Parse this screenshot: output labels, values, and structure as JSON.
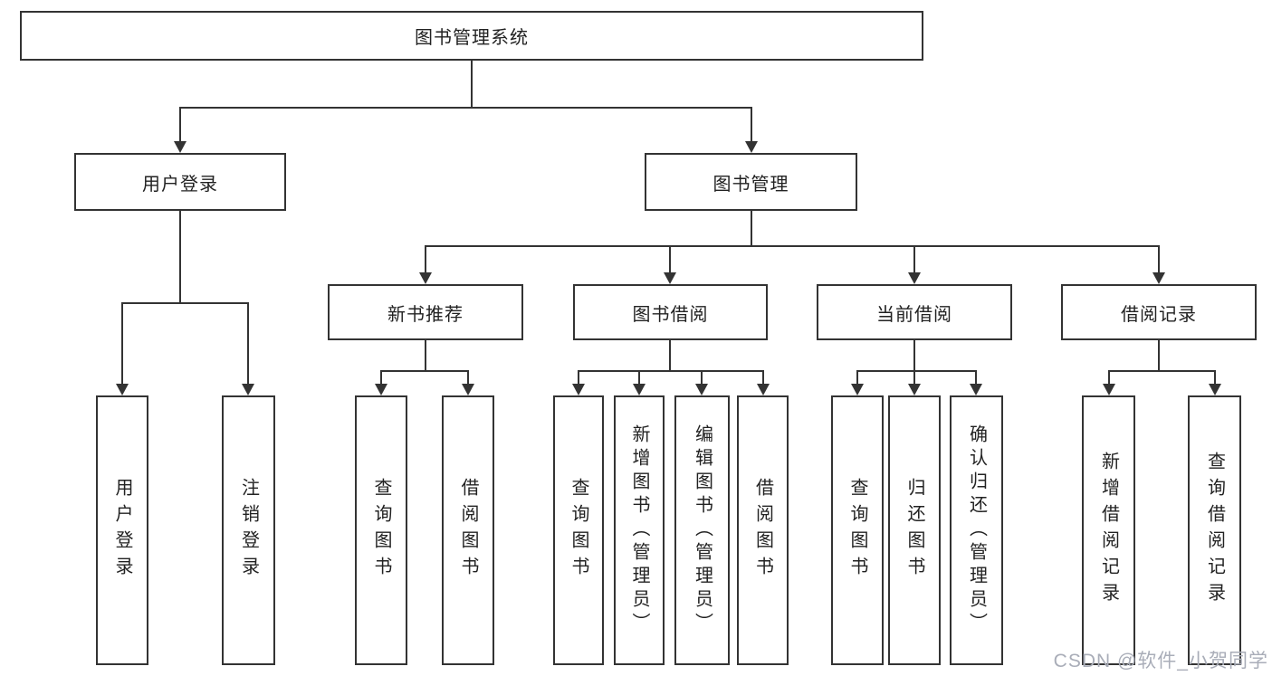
{
  "tree": {
    "root": "图书管理系统",
    "children": [
      {
        "label": "用户登录",
        "children": [
          "用户登录",
          "注销登录"
        ]
      },
      {
        "label": "图书管理",
        "children": [
          {
            "label": "新书推荐",
            "children": [
              "查询图书",
              "借阅图书"
            ]
          },
          {
            "label": "图书借阅",
            "children": [
              "查询图书",
              "新增图书（管理员）",
              "编辑图书（管理员）",
              "借阅图书"
            ]
          },
          {
            "label": "当前借阅",
            "children": [
              "查询图书",
              "归还图书",
              "确认归还（管理员）"
            ]
          },
          {
            "label": "借阅记录",
            "children": [
              "新增借阅记录",
              "查询借阅记录"
            ]
          }
        ]
      }
    ]
  },
  "watermark": {
    "text": "CSDN @软件_小贺同学",
    "color": "#a9adb8"
  },
  "colors": {
    "line": "#333333",
    "box_border": "#333333",
    "box_fill": "#ffffff",
    "text": "#222222",
    "background": "#ffffff"
  }
}
